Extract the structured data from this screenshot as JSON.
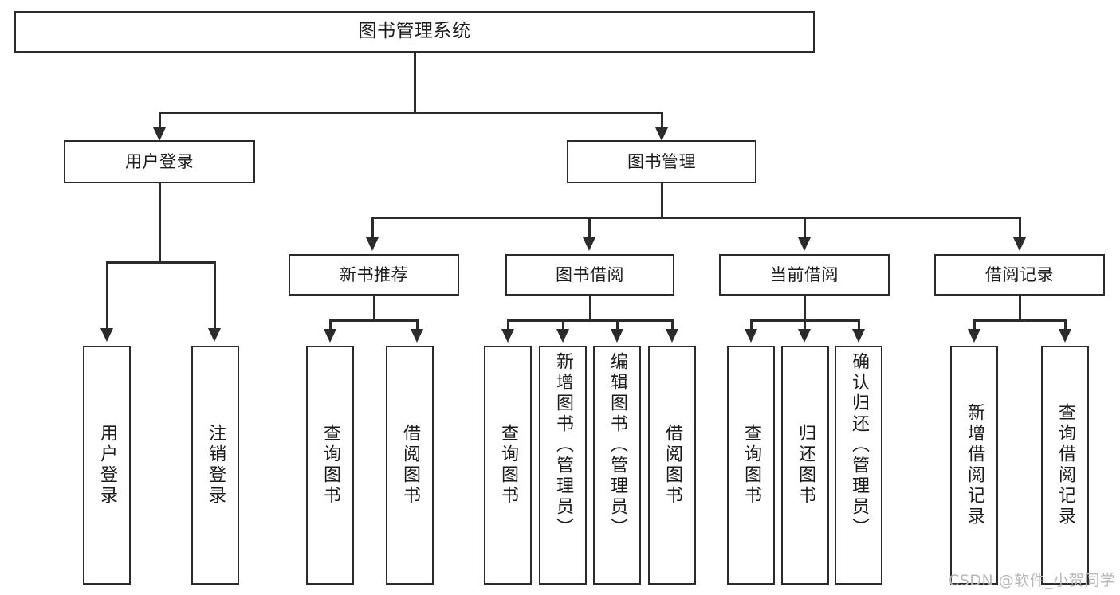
{
  "diagram": {
    "type": "tree",
    "title": "图书管理系统",
    "orientation": "top-down",
    "colors": {
      "stroke": "#2b2b2b",
      "fill": "#ffffff",
      "background": "#ffffff",
      "watermark": "#b9b9b9"
    },
    "root": {
      "label": "图书管理系统"
    },
    "level1": [
      {
        "label": "用户登录"
      },
      {
        "label": "图书管理"
      }
    ],
    "level2": [
      {
        "label": "新书推荐"
      },
      {
        "label": "图书借阅"
      },
      {
        "label": "当前借阅"
      },
      {
        "label": "借阅记录"
      }
    ],
    "leaves": {
      "user_login": [
        {
          "label": "用户登录"
        },
        {
          "label": "注销登录"
        }
      ],
      "new_book": [
        {
          "label": "查询图书"
        },
        {
          "label": "借阅图书"
        }
      ],
      "book_borrow": [
        {
          "label": "查询图书"
        },
        {
          "label": "新增图书（管理员）"
        },
        {
          "label": "编辑图书（管理员）"
        },
        {
          "label": "借阅图书"
        }
      ],
      "current_borrow": [
        {
          "label": "查询图书"
        },
        {
          "label": "归还图书"
        },
        {
          "label": "确认归还（管理员）"
        }
      ],
      "borrow_record": [
        {
          "label": "新增借阅记录"
        },
        {
          "label": "查询借阅记录"
        }
      ]
    }
  },
  "watermark": {
    "text": "CSDN @软件_小贺同学"
  }
}
